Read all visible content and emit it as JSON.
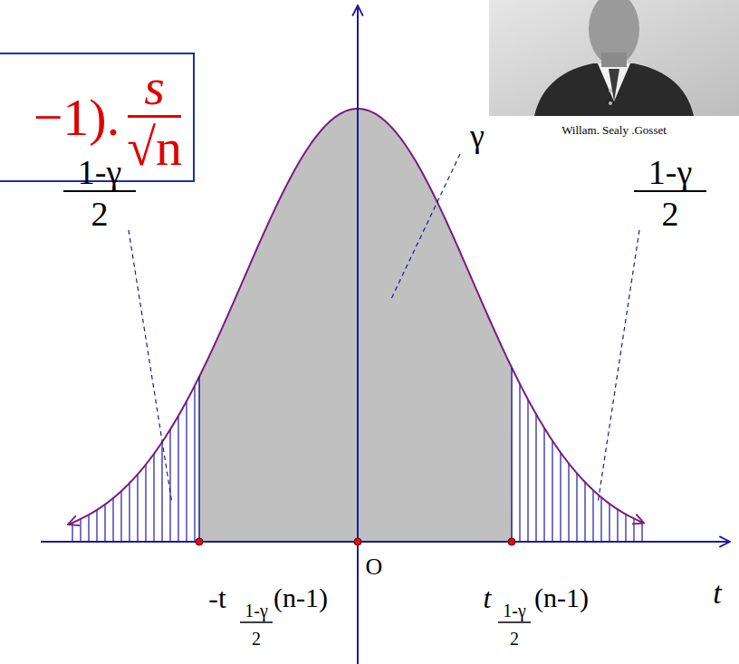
{
  "diagram": {
    "nodes": [
      {
        "text": [
          "−1).",
          "s",
          "√n"
        ]
      }
    ],
    "labels": [
      "γ",
      "Willam. Sealy .Gosset",
      "1-γ",
      "2",
      "1-γ",
      "2",
      "O",
      "-t",
      "1-γ",
      "2",
      "(n-1)",
      "t",
      "1-γ",
      "2",
      "(n-1)",
      "t"
    ]
  }
}
